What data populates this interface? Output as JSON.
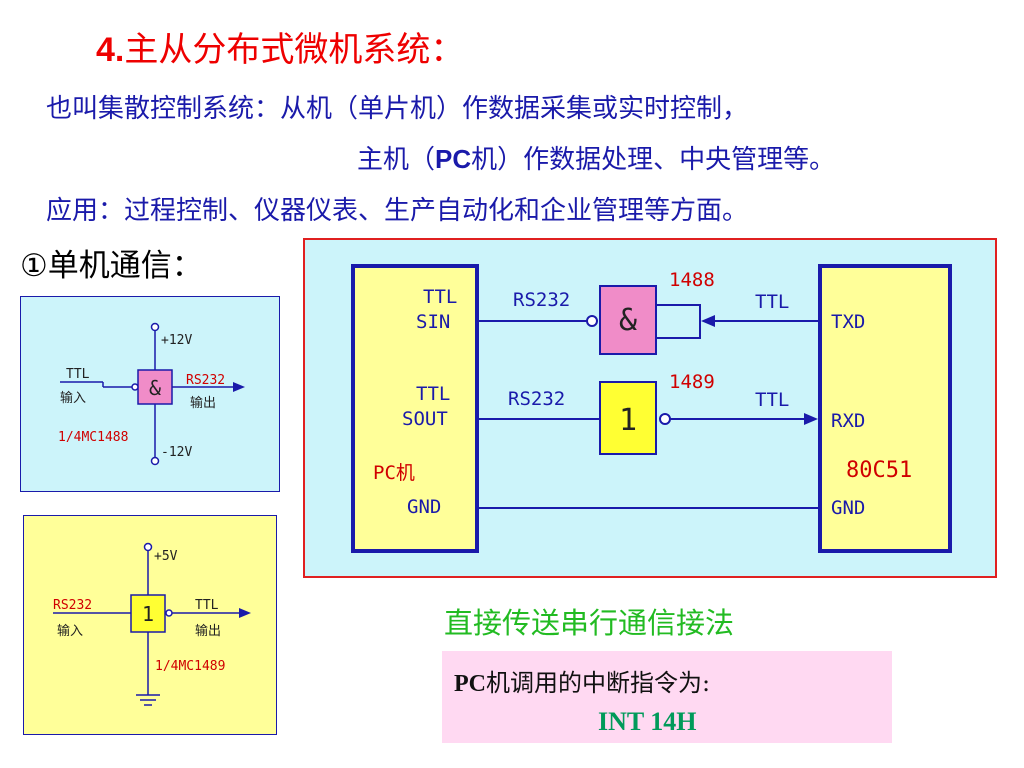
{
  "heading": {
    "number": "4.",
    "text": "主从分布式微机系统："
  },
  "desc": {
    "line1": "也叫集散控制系统：从机（单片机）作数据采集或实时控制，",
    "line2_pre": "主机（",
    "line2_bold": "PC",
    "line2_post": "机）作数据处理、中央管理等。",
    "line3": "应用：过程控制、仪器仪表、生产自动化和企业管理等方面。"
  },
  "section": {
    "title": "①单机通信："
  },
  "diagram_mc1488": {
    "vplus": "+12V",
    "vminus": "-12V",
    "gate_symbol": "&",
    "in_label1": "TTL",
    "in_label2": "输入",
    "out_label1": "RS232",
    "out_label2": "输出",
    "part": "1/4MC1488"
  },
  "diagram_mc1489": {
    "vplus": "+5V",
    "gate_symbol": "1",
    "in_label1": "RS232",
    "in_label2": "输入",
    "out_label1": "TTL",
    "out_label2": "输出",
    "part": "1/4MC1489"
  },
  "main_diagram": {
    "pc_sin_ttl": "TTL",
    "pc_sin": "SIN",
    "pc_sout_ttl": "TTL",
    "pc_sout": "SOUT",
    "pc_name": "PC机",
    "pc_gnd": "GND",
    "rs232_top": "RS232",
    "rs232_bottom": "RS232",
    "gate_and": "&",
    "gate_not": "1",
    "chip_1488": "1488",
    "chip_1489": "1489",
    "ttl_top": "TTL",
    "ttl_bottom": "TTL",
    "mcu_txd": "TXD",
    "mcu_rxd": "RXD",
    "mcu_name": "80C51",
    "mcu_gnd": "GND"
  },
  "caption": "直接传送串行通信接法",
  "int_note": {
    "line1_bold": "PC",
    "line1_rest": "机调用的中断指令为:",
    "line2": "INT  14H"
  },
  "colors": {
    "title_red": "#ee0000",
    "text_blue": "#1a1aaa",
    "panel_cyan": "#ccf4fa",
    "chip_yellow": "#ffff99",
    "gate_pink": "#f08cc8",
    "gate_yellow": "#ffff33",
    "wire_blue": "#1a1aaa",
    "frame_red": "#e02020",
    "caption_green": "#22bb22",
    "note_pink": "#ffd9f2",
    "int_green": "#009a5a"
  }
}
